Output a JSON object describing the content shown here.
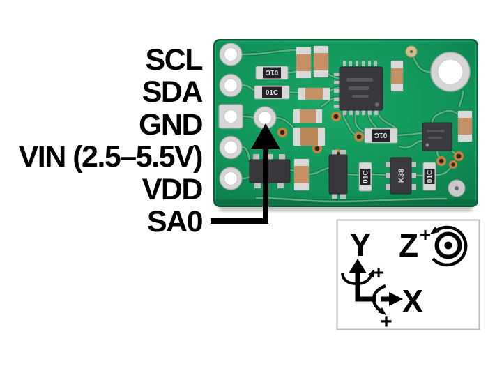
{
  "figure": {
    "type": "sensor-board-pinout-diagram"
  },
  "pins": {
    "items": [
      {
        "name": "scl",
        "label": "SCL"
      },
      {
        "name": "sda",
        "label": "SDA"
      },
      {
        "name": "gnd",
        "label": "GND"
      },
      {
        "name": "vin",
        "label": "VIN (2.5–5.5V)"
      },
      {
        "name": "vdd",
        "label": "VDD"
      },
      {
        "name": "sa0",
        "label": "SA0"
      }
    ]
  },
  "axis_indicator": {
    "y_label": "Y",
    "z_label": "Z",
    "x_label": "X",
    "plus_sign": "+"
  },
  "board": {
    "markings": {
      "resistor": "01C",
      "transistor": "K38"
    },
    "colors": {
      "soldermask_green": "#10935a",
      "soldermask_dark": "#0a5c36",
      "trace_green": "#5eb584",
      "pad_silver": "#d6d6d6",
      "capacitor_tan": "#c49064",
      "ic_black": "#38383c",
      "copper": "#c5843f",
      "annotation_black": "#000000",
      "axis_box_border": "#bdbdbd"
    }
  }
}
